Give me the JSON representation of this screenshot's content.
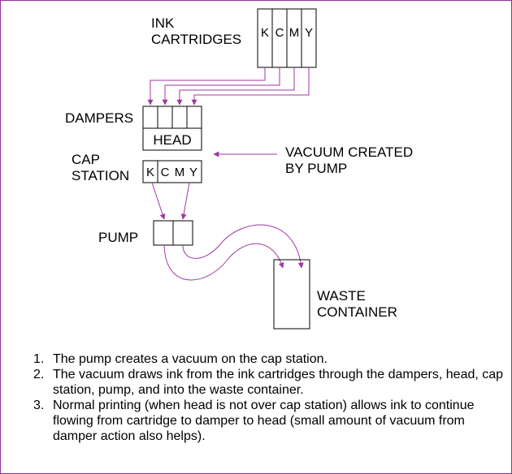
{
  "labels": {
    "ink_line1": "INK",
    "ink_line2": "CARTRIDGES",
    "dampers": "DAMPERS",
    "head": "HEAD",
    "cap_line1": "CAP",
    "cap_line2": "STATION",
    "vacuum_line1": "VACUUM CREATED",
    "vacuum_line2": "BY PUMP",
    "pump": "PUMP",
    "waste_line1": "WASTE",
    "waste_line2": "CONTAINER"
  },
  "cartridges": [
    "K",
    "C",
    "M",
    "Y"
  ],
  "cap_cells": [
    "K",
    "C",
    "M",
    "Y"
  ],
  "notes": [
    {
      "num": "1.",
      "text": "The pump creates a vacuum on the cap station."
    },
    {
      "num": "2.",
      "text": "The vacuum draws ink from the ink cartridges through the dampers, head, cap station, pump, and into the waste container."
    },
    {
      "num": "3.",
      "text": "Normal printing (when head is not over cap station) allows ink to continue flowing from cartridge to damper to head (small amount of vacuum from damper action also helps)."
    }
  ],
  "colors": {
    "flow": "#a335a3",
    "border": "#9b2f9b",
    "outline": "#000000"
  }
}
